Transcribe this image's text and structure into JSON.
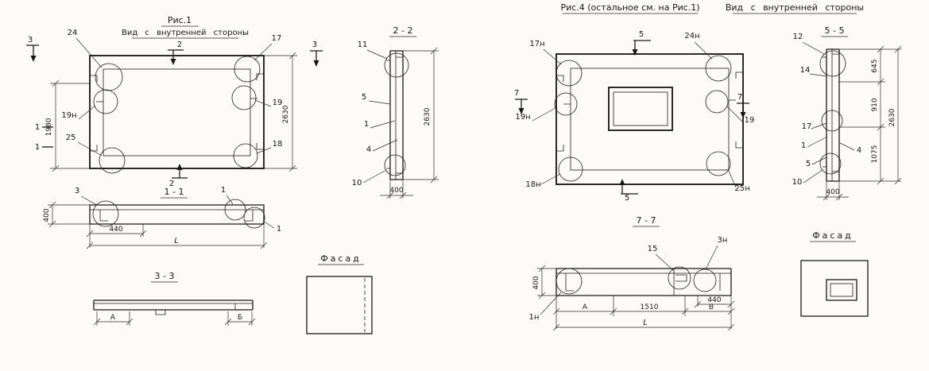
{
  "fig1": {
    "title": "Рис.1",
    "subtitle": "Вид с внутренней стороны",
    "marker3_left": "3",
    "marker3_right": "3",
    "marker2_top": "2",
    "marker2_bottom": "2",
    "marker1_a": "1",
    "marker1_b": "1",
    "callout_24": "24",
    "callout_17": "17",
    "callout_19n": "19н",
    "callout_19": "19",
    "callout_25": "25",
    "callout_18": "18",
    "dim_1980": "1980",
    "dim_2630": "2630"
  },
  "sec11": {
    "title": "1 - 1",
    "callout_3": "3",
    "callout_1a": "1",
    "callout_1b": "1",
    "dim_400": "400",
    "dim_440": "440",
    "dim_L": "L"
  },
  "sec33": {
    "title": "3 - 3",
    "dim_A": "А",
    "dim_B": "Б"
  },
  "facade_left": {
    "title": "Фасад"
  },
  "sec22": {
    "title": "2 - 2",
    "callout_11": "11",
    "callout_5": "5",
    "callout_1": "1",
    "callout_4": "4",
    "callout_10": "10",
    "dim_2630": "2630",
    "dim_400": "400"
  },
  "fig4": {
    "title": "Рис.4 (остальное см. на Рис.1)",
    "subtitle": "Вид с внутренней стороны",
    "marker5_top": "5",
    "marker5_bottom": "5",
    "marker7_left": "7",
    "marker7_right": "7",
    "callout_17n": "17н",
    "callout_24n": "24н",
    "callout_19n": "19н",
    "callout_19": "19",
    "callout_18n": "18н",
    "callout_25n": "25н"
  },
  "sec55": {
    "title": "5 - 5",
    "callout_12": "12",
    "callout_14": "14",
    "callout_17": "17",
    "callout_1": "1",
    "callout_5": "5",
    "callout_10": "10",
    "callout_4": "4",
    "dim_645": "645",
    "dim_910": "910",
    "dim_1075": "1075",
    "dim_2630": "2630",
    "dim_400": "400"
  },
  "sec77": {
    "title": "7 - 7",
    "callout_15": "15",
    "callout_3n": "3н",
    "callout_1n": "1н",
    "dim_400": "400",
    "dim_A": "А",
    "dim_1510": "1510",
    "dim_B": "В",
    "dim_440": "440",
    "dim_L": "L"
  },
  "facade_right": {
    "title": "Фасад"
  }
}
